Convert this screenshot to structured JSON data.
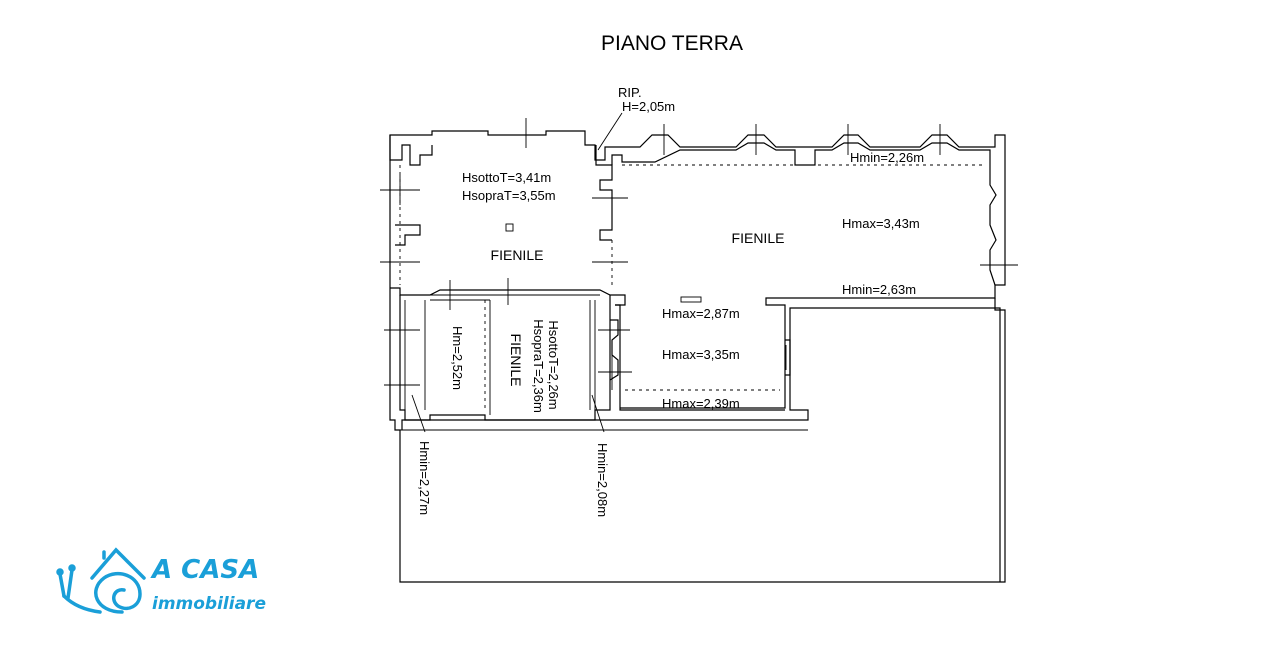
{
  "title": "PIANO TERRA",
  "rooms": {
    "fienile_nw": "FIENILE",
    "fienile_main": "FIENILE",
    "fienile_south": "FIENILE"
  },
  "heights": {
    "rip_label": "RIP.",
    "rip_h": "H=2,05m",
    "hsotto_nw": "HsottoT=3,41m",
    "hsopra_nw": "HsopraT=3,55m",
    "hmin_top": "Hmin=2,26m",
    "hmax_main": "Hmax=3,43m",
    "hmin_mid": "Hmin=2,63m",
    "hmax_287": "Hmax=2,87m",
    "hmax_335": "Hmax=3,35m",
    "hmax_239": "Hmax=2,39m",
    "hm_252": "Hm=2,52m",
    "hsotto_south": "HsottoT=2,26m",
    "hsopra_south": "HsopraT=2,36m",
    "hmin_227": "Hmin=2,27m",
    "hmin_208": "Hmin=2,08m"
  },
  "logo": {
    "brand": "A CASA",
    "tagline": "immobiliare",
    "color": "#1a9fd8"
  }
}
